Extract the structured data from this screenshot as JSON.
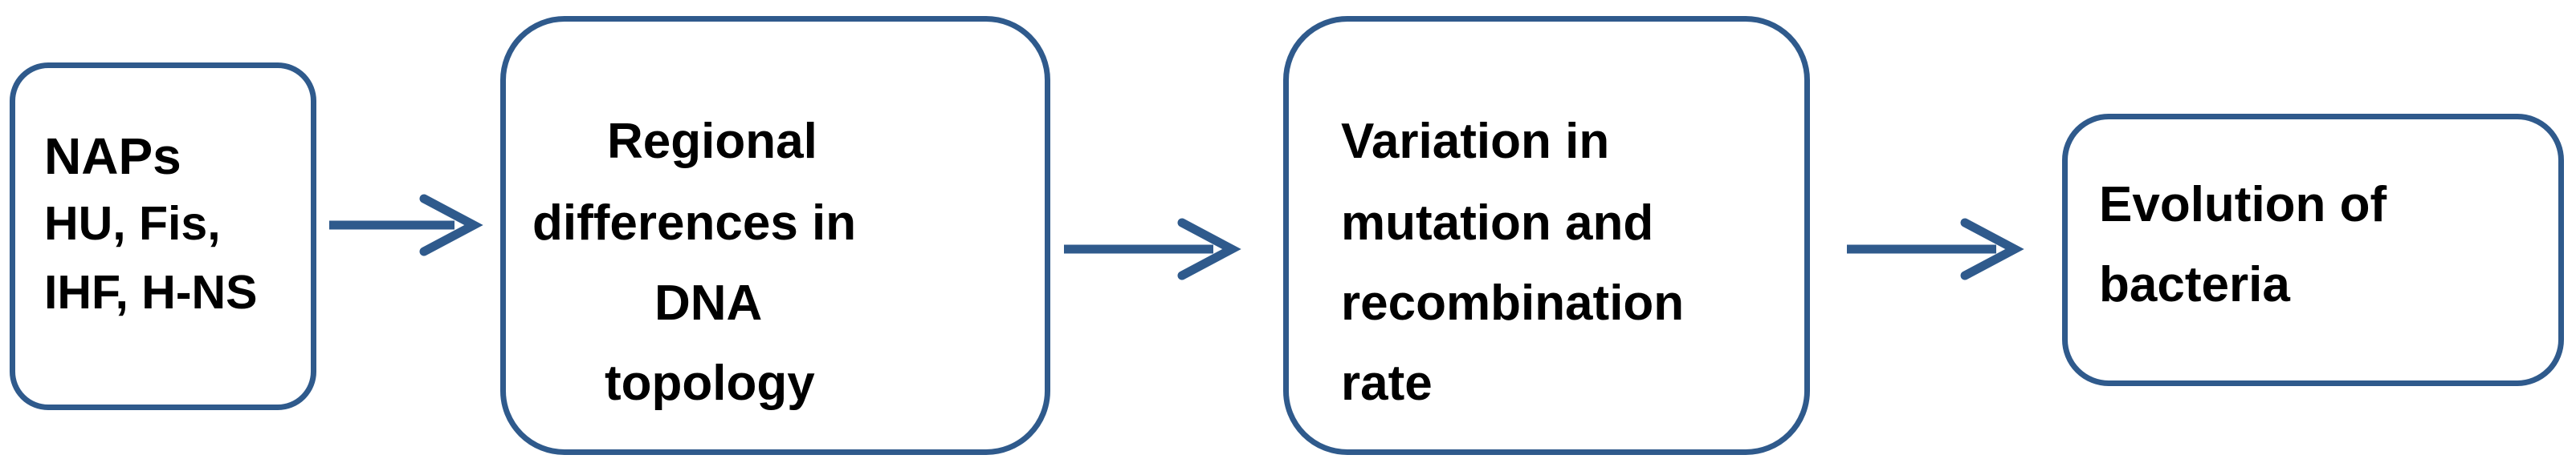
{
  "diagram": {
    "boxes": [
      {
        "id": "naps",
        "lines": [
          "NAPs",
          "HU, Fis,",
          "IHF, H-NS"
        ]
      },
      {
        "id": "regional",
        "lines": [
          "Regional",
          "differences in",
          "DNA",
          "topology"
        ]
      },
      {
        "id": "variation",
        "lines": [
          "Variation in",
          "mutation and",
          "recombination",
          "rate"
        ]
      },
      {
        "id": "evolution",
        "lines": [
          "Evolution of",
          "bacteria"
        ]
      }
    ],
    "arrows": [
      {
        "from": "naps",
        "to": "regional"
      },
      {
        "from": "regional",
        "to": "variation"
      },
      {
        "from": "variation",
        "to": "evolution"
      }
    ],
    "colors": {
      "box_border": "#2f5a8c",
      "arrow": "#2f5a8c",
      "text": "#000000"
    }
  }
}
